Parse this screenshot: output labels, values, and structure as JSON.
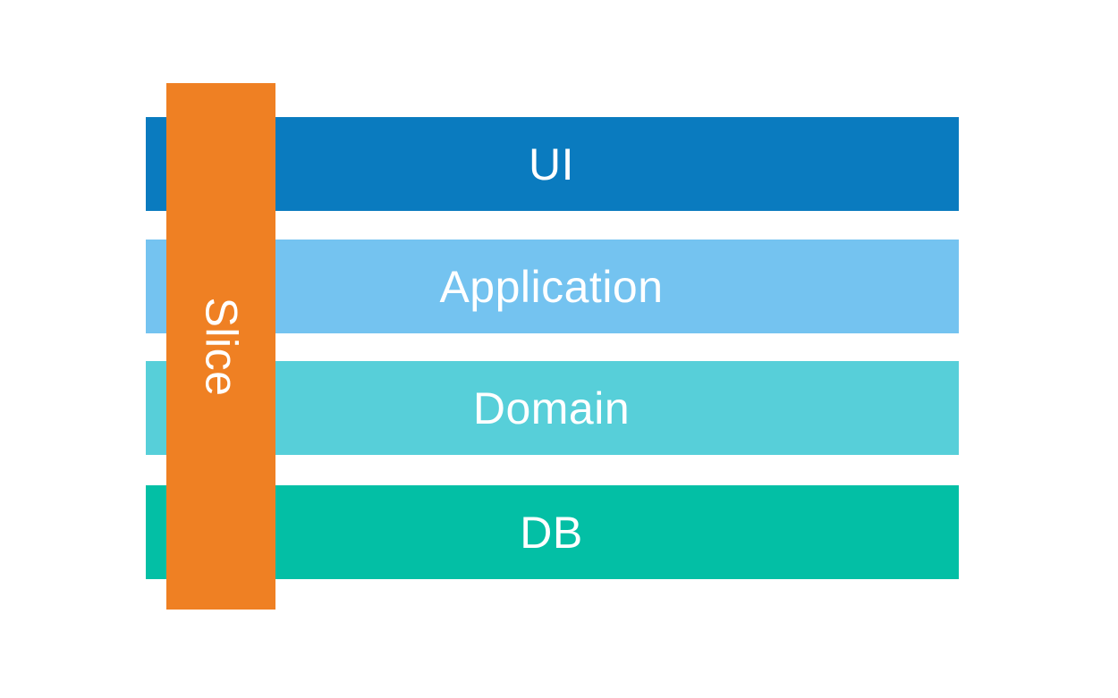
{
  "diagram": {
    "type": "layered-slice-architecture",
    "background_color": "#ffffff",
    "title": "",
    "slice": {
      "label": "Slice",
      "color": "#ef8023",
      "text_color": "#ffffff",
      "orientation": "vertical",
      "text_rotation_deg": 90
    },
    "layers": [
      {
        "id": "ui",
        "label": "UI",
        "color": "#0a7bbf",
        "text_color": "#ffffff"
      },
      {
        "id": "application",
        "label": "Application",
        "color": "#74c3f0",
        "text_color": "#ffffff"
      },
      {
        "id": "domain",
        "label": "Domain",
        "color": "#57cfd9",
        "text_color": "#ffffff"
      },
      {
        "id": "db",
        "label": "DB",
        "color": "#03bfa5",
        "text_color": "#ffffff"
      }
    ]
  }
}
